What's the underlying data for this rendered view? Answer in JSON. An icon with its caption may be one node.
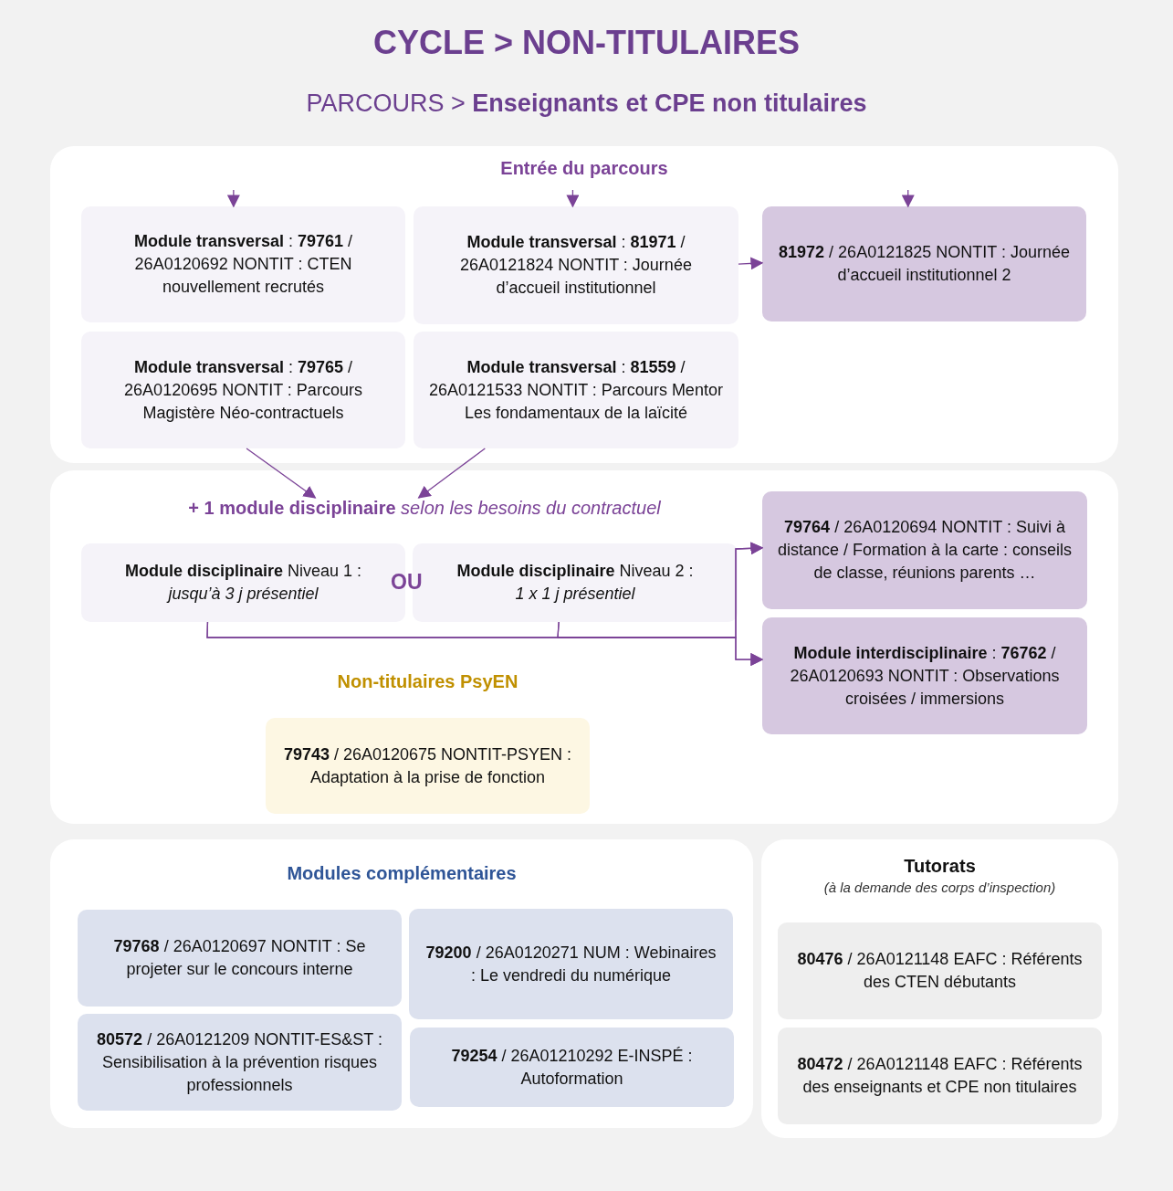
{
  "diagram": {
    "title": "CYCLE > NON-TITULAIRES",
    "nodes": [
      {
        "text": [
          "Entrée du parcours"
        ]
      },
      {
        "text": [
          "**Module transversal** : **79761** / 26A0120692 NONTIT : CTEN nouvellement recrutés"
        ],
        "in": 0
      },
      {
        "text": [
          "**Module transversal** : **81971** / 26A0121824 NONTIT : Journée d’accueil institutionnel"
        ],
        "in": 0
      },
      {
        "text": [
          "**81972** / 26A0121825 NONTIT : Journée d’accueil institutionnel 2"
        ],
        "in": 0
      },
      {
        "text": [
          "**Module transversal** : **79765** / 26A0120695 NONTIT : Parcours Magistère Néo-contractuels"
        ],
        "in": 0
      },
      {
        "text": [
          "**Module transversal** : **81559** / 26A0121533 NONTIT : Parcours Mentor Les fondamentaux de la laïcité"
        ],
        "in": 0
      },
      {
        "text": [],
        "shape": "box"
      },
      {
        "text": [
          "**+ 1 module disciplinaire** *selon les besoins du contractuel*"
        ],
        "in": 6
      },
      {
        "text": [
          "**Module disciplinaire** Niveau 1 :",
          "jusqu’à 3 j présentiel"
        ],
        "in": 6
      },
      {
        "text": [
          "**Module disciplinaire** Niveau 2 :",
          "1 x 1 j présentiel"
        ],
        "in": 6
      },
      {
        "text": [
          "**79764** / 26A0120694 NONTIT : Suivi à distance / Formation à la carte : conseils de classe, réunions parents …"
        ],
        "in": 6
      },
      {
        "text": [
          "**Module interdisciplinaire** : **76762** / 26A0120693 NONTIT : Observations croisées / immersions"
        ],
        "in": 6
      },
      {
        "text": [
          "Non-titulaires PsyEN",
          "**79743** / 26A0120675 NONTIT-PSYEN : Adaptation à la prise de fonction"
        ],
        "in": 6
      },
      {
        "text": [
          "Modules complémentaires"
        ]
      },
      {
        "text": [
          "**79768** / 26A0120697 NONTIT : Se projeter sur le concours interne"
        ],
        "in": 13
      },
      {
        "text": [
          "**79200** / 26A0120271 NUM : Webinaires : Le vendredi du numérique"
        ],
        "in": 13
      },
      {
        "text": [
          "**80572** / 26A0121209 NONTIT-ES&ST : Sensibilisation à la prévention risques professionnels"
        ],
        "in": 13
      },
      {
        "text": [
          "**79254** / 26A01210292 E-INSPÉ : Autoformation"
        ],
        "in": 13
      },
      {
        "text": [
          "Tutorats",
          "(à la demande des corps d’inspection)"
        ]
      },
      {
        "text": [
          "**80476** / 26A0121148 EAFC : Référents des CTEN débutants"
        ],
        "in": 18
      },
      {
        "text": [
          "**80472** / 26A0121148 EAFC : Référents des enseignants et CPE non titulaires"
        ],
        "in": 18
      }
    ],
    "edges": [
      {
        "from": null,
        "to": 1,
        "arrow": "to"
      },
      {
        "from": null,
        "to": 2,
        "arrow": "to"
      },
      {
        "from": null,
        "to": 3,
        "arrow": "to"
      },
      {
        "from": 2,
        "to": 3,
        "arrow": "to"
      },
      {
        "from": 4,
        "to": 7,
        "arrow": "to"
      },
      {
        "from": 5,
        "to": 7,
        "arrow": "to"
      },
      {
        "from": 8,
        "to": 10,
        "arrow": "to"
      },
      {
        "from": 8,
        "to": 11,
        "arrow": "to"
      },
      {
        "from": 9,
        "to": 10,
        "arrow": "to"
      },
      {
        "from": 9,
        "to": 11,
        "arrow": "to"
      }
    ],
    "labels": [
      "PARCOURS > **Enseignants et CPE non titulaires**",
      "OU"
    ]
  }
}
